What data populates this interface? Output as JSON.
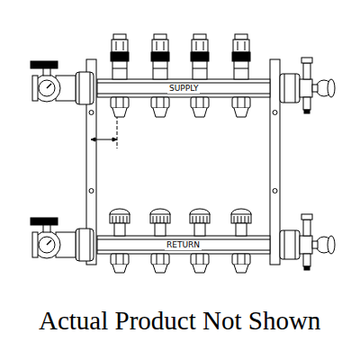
{
  "diagram": {
    "caption": "Actual Product Not Shown",
    "labels": [
      "SUPPLY",
      "RETURN"
    ]
  }
}
